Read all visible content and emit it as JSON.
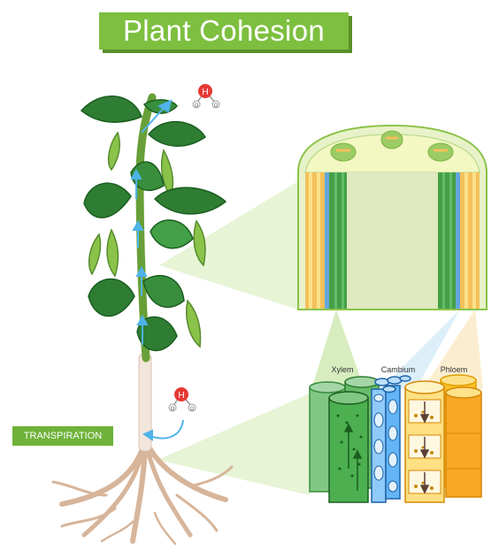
{
  "title": "Plant Cohesion",
  "process_label": "TRANSPIRATION",
  "tissue_labels": {
    "xylem": "Xylem",
    "cambium": "Cambium",
    "phloem": "Phloem"
  },
  "water_molecule": {
    "hydrogen_symbol": "H",
    "oxygen_symbol": "O"
  },
  "colors": {
    "title_banner": "#7dbf3f",
    "leaf": "#2e7d32",
    "leaf_light": "#43a047",
    "stem": "#689f38",
    "root": "#d7b59a",
    "xylem": "#66bb6a",
    "cambium": "#64a6dc",
    "phloem": "#f4c05a",
    "water_arrow": "#4fb3e8"
  }
}
